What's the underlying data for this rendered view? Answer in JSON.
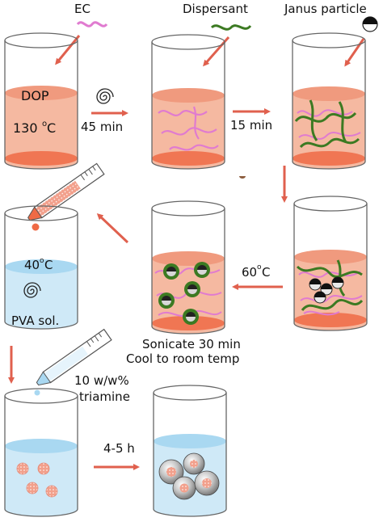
{
  "labels": {
    "ec": "EC",
    "dispersant": "Dispersant",
    "janus": "Janus particle",
    "dop": "DOP",
    "temp130": "130",
    "degC": "C",
    "o": "o",
    "t45": "45 min",
    "t15": "15 min",
    "temp60": "60",
    "temp40": "40",
    "pva": "PVA sol.",
    "sonicate": "Sonicate 30 min",
    "cool": "Cool to room temp",
    "triamine1": "10 w/w%",
    "triamine2": "triamine",
    "t45h": "4-5 h"
  },
  "colors": {
    "arrow": "#e0604e",
    "oil_light": "#f5b9a1",
    "oil_top": "#f09a7e",
    "oil_bottom": "#ef6a45",
    "water": "#cfe9f7",
    "water_top": "#a9d8f1",
    "ec_strand": "#e07bd0",
    "dispersant": "#3c7a22",
    "glass": "#666666"
  }
}
